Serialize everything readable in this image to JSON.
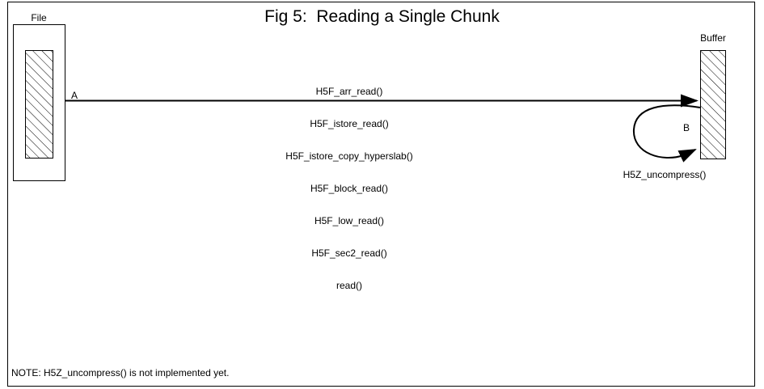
{
  "title": "Fig 5:  Reading a Single Chunk",
  "boxes": {
    "file": {
      "label": "File"
    },
    "buffer": {
      "label": "Buffer"
    }
  },
  "arrows": {
    "main": {
      "label": "A"
    },
    "loop": {
      "label": "B",
      "caption": "H5Z_uncompress()"
    }
  },
  "call_stack": [
    "H5F_arr_read()",
    "H5F_istore_read()",
    "H5F_istore_copy_hyperslab()",
    "H5F_block_read()",
    "H5F_low_read()",
    "H5F_sec2_read()",
    "read()"
  ],
  "note": "NOTE: H5Z_uncompress() is not implemented yet.",
  "colors": {
    "ink": "#000000",
    "paper": "#ffffff"
  }
}
